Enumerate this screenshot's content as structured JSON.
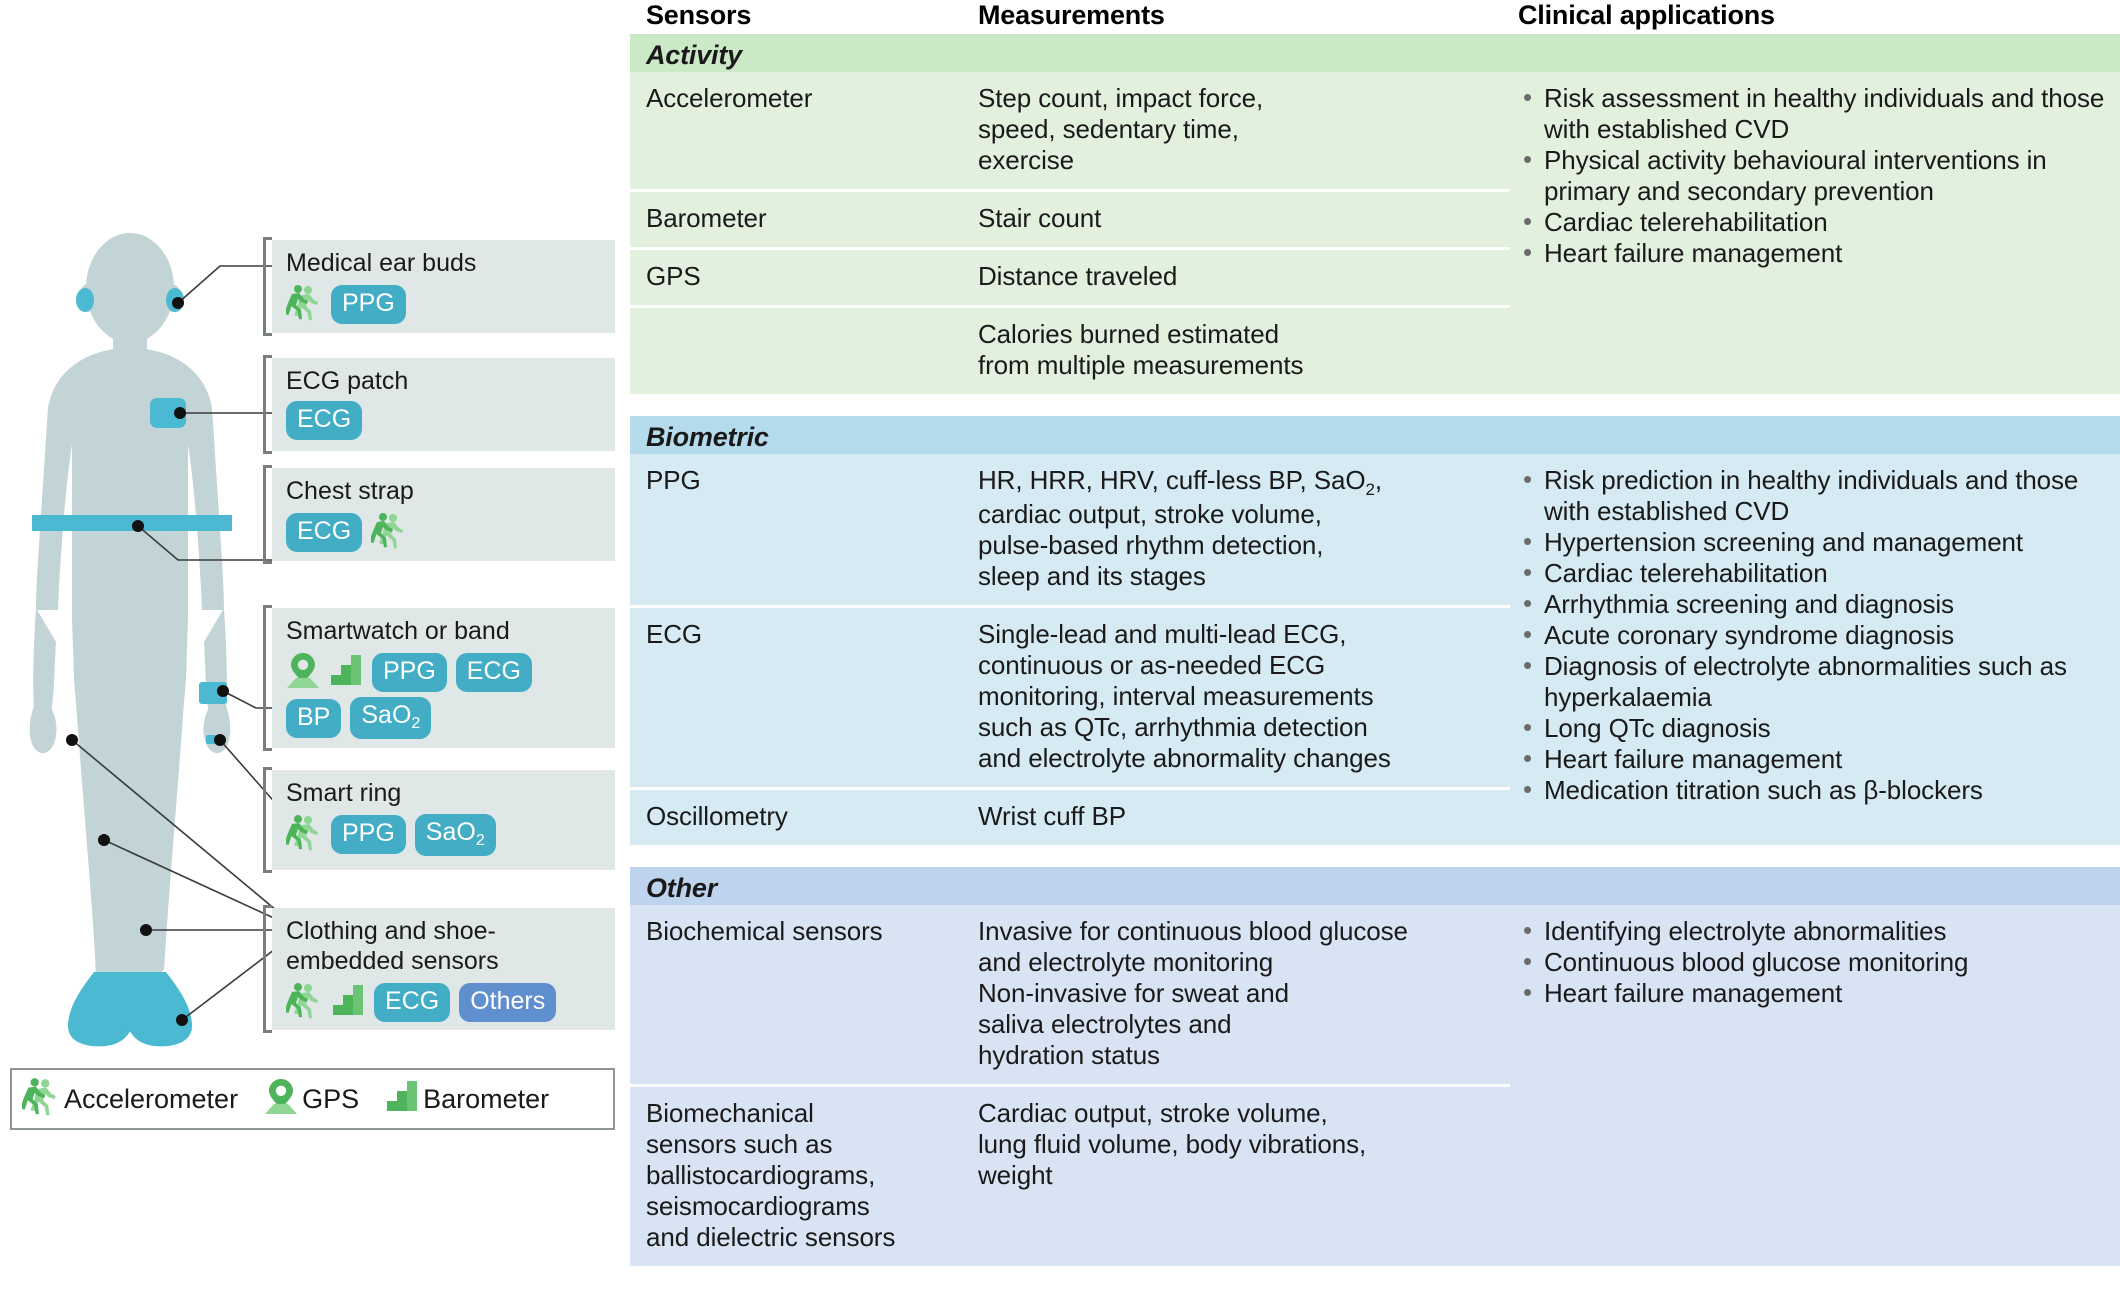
{
  "legend": {
    "items": [
      {
        "icon": "accelerometer-runner-icon",
        "label": "Accelerometer"
      },
      {
        "icon": "gps-pin-icon",
        "label": "GPS"
      },
      {
        "icon": "barometer-stairs-icon",
        "label": "Barometer"
      }
    ]
  },
  "body_diagram": {
    "callouts": [
      {
        "id": "medical-ear-buds",
        "title": "Medical ear buds",
        "icons": [
          "accelerometer-runner-icon"
        ],
        "pills": [
          {
            "label": "PPG",
            "style": "teal"
          }
        ]
      },
      {
        "id": "ecg-patch",
        "title": "ECG patch",
        "icons": [],
        "pills": [
          {
            "label": "ECG",
            "style": "teal"
          }
        ]
      },
      {
        "id": "chest-strap",
        "title": "Chest strap",
        "icons": [
          "accelerometer-runner-icon"
        ],
        "pills": [
          {
            "label": "ECG",
            "style": "teal"
          }
        ]
      },
      {
        "id": "smartwatch-or-band",
        "title": "Smartwatch or band",
        "icons": [
          "gps-pin-icon",
          "barometer-stairs-icon"
        ],
        "pills": [
          {
            "label": "PPG",
            "style": "teal"
          },
          {
            "label": "ECG",
            "style": "teal"
          },
          {
            "label": "BP",
            "style": "teal"
          },
          {
            "label": "SaO2",
            "style": "teal"
          }
        ]
      },
      {
        "id": "smart-ring",
        "title": "Smart ring",
        "icons": [
          "accelerometer-runner-icon"
        ],
        "pills": [
          {
            "label": "PPG",
            "style": "teal"
          },
          {
            "label": "SaO2",
            "style": "teal"
          }
        ]
      },
      {
        "id": "clothing-and-shoe-embedded-sensors",
        "title": "Clothing and shoe-\nembedded sensors",
        "icons": [
          "accelerometer-runner-icon",
          "barometer-stairs-icon"
        ],
        "pills": [
          {
            "label": "ECG",
            "style": "teal"
          },
          {
            "label": "Others",
            "style": "blue"
          }
        ]
      }
    ]
  },
  "table": {
    "headers": {
      "sensors": "Sensors",
      "measurements": "Measurements",
      "clinical_applications": "Clinical applications"
    },
    "sections": [
      {
        "id": "activity",
        "name": "Activity",
        "band_color": "#cce9c7",
        "body_color": "#e2f1de",
        "rows": [
          {
            "sensor": "Accelerometer",
            "measurement": "Step count, impact force,\nspeed, sedentary time,\nexercise"
          },
          {
            "sensor": "Barometer",
            "measurement": "Stair count"
          },
          {
            "sensor": "GPS",
            "measurement": "Distance traveled"
          },
          {
            "sensor": "",
            "measurement": "Calories burned estimated\nfrom multiple measurements"
          }
        ],
        "applications": [
          "Risk assessment in healthy individuals and those with established CVD",
          "Physical activity behavioural interventions in primary and secondary prevention",
          "Cardiac telerehabilitation",
          "Heart failure management"
        ]
      },
      {
        "id": "biometric",
        "name": "Biometric",
        "band_color": "#b4dcec",
        "body_color": "#d5eaf3",
        "rows": [
          {
            "sensor": "PPG",
            "measurement": "HR, HRR, HRV, cuff-less BP, SaO2,\ncardiac output, stroke volume,\npulse-based rhythm detection,\nsleep and its stages"
          },
          {
            "sensor": "ECG",
            "measurement": "Single-lead and multi-lead ECG,\ncontinuous or as-needed ECG\nmonitoring, interval measurements\nsuch as QTc, arrhythmia detection\nand electrolyte abnormality changes"
          },
          {
            "sensor": "Oscillometry",
            "measurement": "Wrist cuff BP"
          }
        ],
        "applications": [
          "Risk prediction in healthy individuals and those with established CVD",
          "Hypertension screening and management",
          "Cardiac telerehabilitation",
          "Arrhythmia screening and diagnosis",
          "Acute coronary syndrome diagnosis",
          "Diagnosis of electrolyte abnormalities such as hyperkalaemia",
          "Long QTc diagnosis",
          "Heart failure management",
          "Medication titration such as β-blockers"
        ]
      },
      {
        "id": "other",
        "name": "Other",
        "band_color": "#bed3ee",
        "body_color": "#d8e3f4",
        "rows": [
          {
            "sensor": "Biochemical sensors",
            "measurement": "Invasive for continuous blood glucose\nand electrolyte monitoring\nNon-invasive for sweat and\nsaliva electrolytes and\nhydration status"
          },
          {
            "sensor": "Biomechanical\nsensors such as\nballistocardiograms,\nseismocardiograms\nand dielectric sensors",
            "measurement": "Cardiac output, stroke volume,\nlung fluid volume, body vibrations,\nweight"
          }
        ],
        "applications": [
          "Identifying electrolyte abnormalities",
          "Continuous blood glucose monitoring",
          "Heart failure management"
        ]
      }
    ]
  },
  "colors": {
    "teal_pill": "#44adc6",
    "blue_pill": "#5f8fce",
    "green_icon": "#4eb45c",
    "body_silhouette": "#c3d4d6",
    "device_highlight": "#4bb9d2"
  }
}
